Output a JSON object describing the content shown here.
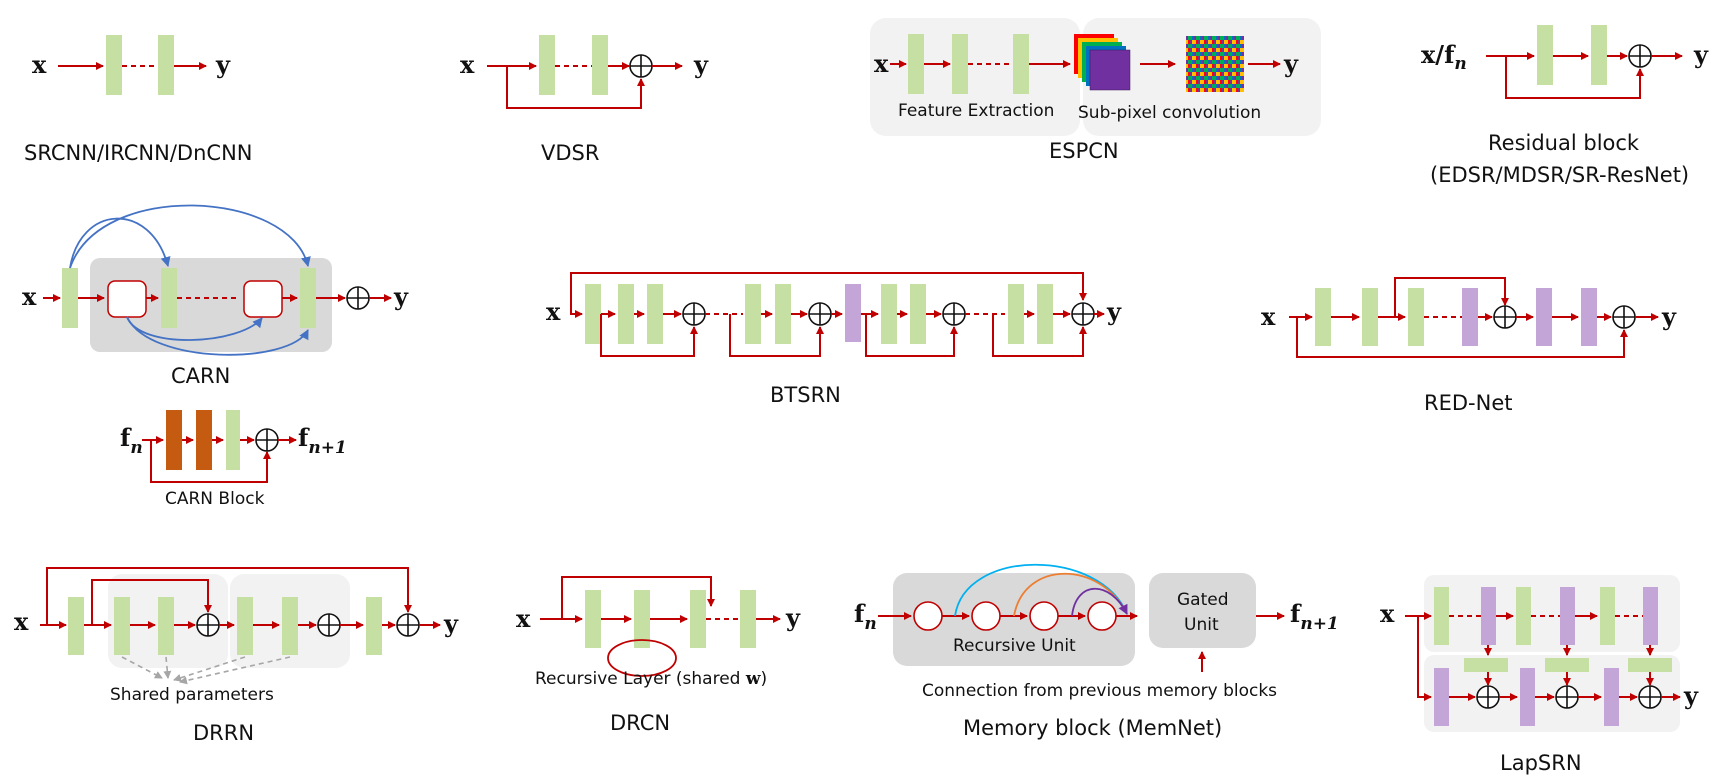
{
  "colors": {
    "arrow": "#c00000",
    "green": "#c6e0a4",
    "purple": "#c3a5d8",
    "orange": "#c55a11",
    "blue": "#4472c4",
    "panel": "#f2f2f2",
    "panel_dark": "#d9d9d9"
  },
  "symbols": {
    "x": "x",
    "y": "y",
    "f": "f",
    "sub_n": "n",
    "sub_n1": "n+1",
    "x_over_f": "x/f",
    "w": "w"
  },
  "srcnn": {
    "caption": "SRCNN/IRCNN/DnCNN"
  },
  "vdsr": {
    "caption": "VDSR"
  },
  "espcn": {
    "caption": "ESPCN",
    "feature_label": "Feature Extraction",
    "subpixel_label": "Sub-pixel convolution"
  },
  "residual": {
    "caption_line1": "Residual block",
    "caption_line2": "(EDSR/MDSR/SR-ResNet)"
  },
  "carn": {
    "caption": "CARN",
    "block_label": "CARN Block"
  },
  "btsrn": {
    "caption": "BTSRN"
  },
  "rednet": {
    "caption": "RED-Net"
  },
  "drrn": {
    "caption": "DRRN",
    "shared_label": "Shared parameters"
  },
  "drcn": {
    "caption": "DRCN",
    "recursive_label_prefix": "Recursive Layer (shared ",
    "recursive_label_suffix": ")"
  },
  "memnet": {
    "caption": "Memory block (MemNet)",
    "recursive_label": "Recursive Unit",
    "gated_line1": "Gated",
    "gated_line2": "Unit",
    "connection_label": "Connection from previous memory blocks"
  },
  "lapsrn": {
    "caption": "LapSRN"
  }
}
